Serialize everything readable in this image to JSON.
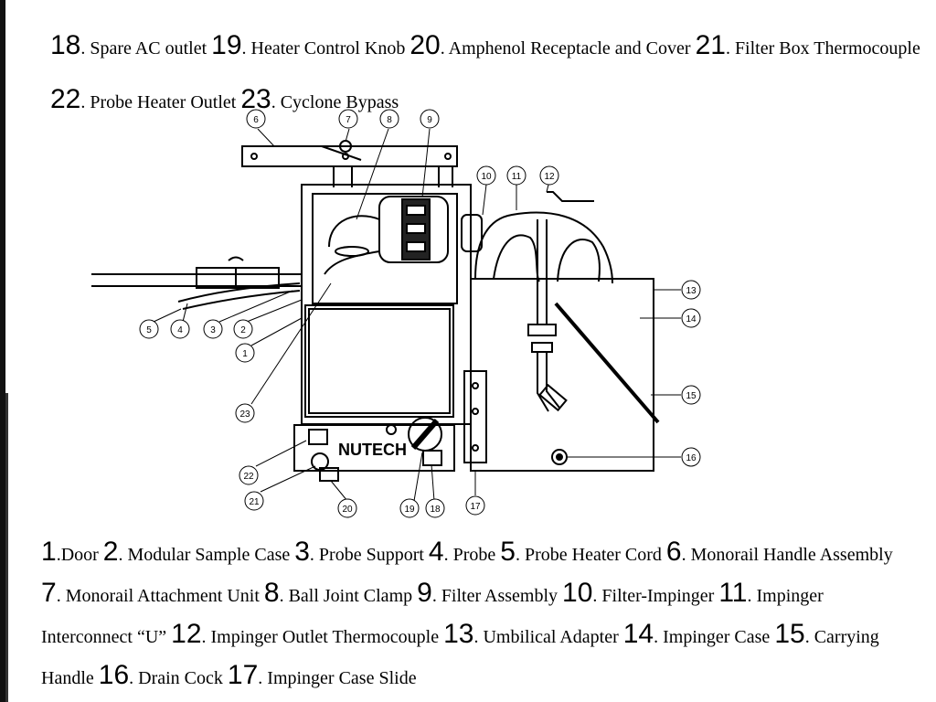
{
  "top_legend": [
    {
      "num": "18",
      "text": ". Spare AC outlet "
    },
    {
      "num": "19",
      "text": ". Heater Control Knob "
    },
    {
      "num": "20",
      "text": ". Amphenol Receptacle and Cover "
    },
    {
      "num": "21",
      "text": ". Filter Box Thermocouple "
    },
    {
      "num": "22",
      "text": ". Probe Heater Outlet "
    },
    {
      "num": "23",
      "text": ". Cyclone Bypass"
    }
  ],
  "bottom_legend": [
    {
      "num": "1",
      "text": ".Door "
    },
    {
      "num": "2",
      "text": ". Modular Sample Case "
    },
    {
      "num": "3",
      "text": ". Probe Support "
    },
    {
      "num": "4",
      "text": ". Probe "
    },
    {
      "num": "5",
      "text": ". Probe Heater Cord "
    },
    {
      "num": "6",
      "text": ". Monorail Handle Assembly "
    },
    {
      "num": "7",
      "text": ". Monorail Attachment Unit "
    },
    {
      "num": "8",
      "text": ". Ball Joint Clamp "
    },
    {
      "num": "9",
      "text": ". Filter Assembly "
    },
    {
      "num": "10",
      "text": ". Filter-Impinger "
    },
    {
      "num": "11",
      "text": ". Impinger Interconnect “U” "
    },
    {
      "num": "12",
      "text": ". Impinger Outlet Thermocouple "
    },
    {
      "num": "13",
      "text": ". Umbilical Adapter "
    },
    {
      "num": "14",
      "text": ". Impinger Case "
    },
    {
      "num": "15",
      "text": ". Carrying Handle "
    },
    {
      "num": "16",
      "text": ". Drain Cock "
    },
    {
      "num": "17",
      "text": ". Impinger Case Slide"
    }
  ],
  "diagram": {
    "brand_label": "NUTECH",
    "callouts": [
      "1",
      "2",
      "3",
      "4",
      "5",
      "6",
      "7",
      "8",
      "9",
      "10",
      "11",
      "12",
      "13",
      "14",
      "15",
      "16",
      "17",
      "18",
      "19",
      "20",
      "21",
      "22",
      "23"
    ]
  }
}
